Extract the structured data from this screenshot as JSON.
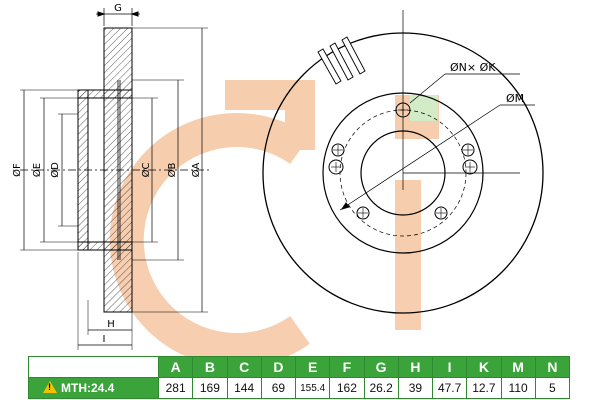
{
  "dimension_labels": {
    "g": "G",
    "f": "ØF",
    "e": "ØE",
    "d": "ØD",
    "c": "ØC",
    "b": "ØB",
    "a": "ØA",
    "h": "H",
    "i": "I",
    "nk": "ØN× ØK",
    "m": "ØM"
  },
  "colors": {
    "watermark": "#f6c9a6",
    "accent_green": "#3aa33a",
    "warning": "#f2c200"
  },
  "table": {
    "mth_label": "MTH:24.4",
    "columns": [
      {
        "key": "A",
        "value": "281"
      },
      {
        "key": "B",
        "value": "169"
      },
      {
        "key": "C",
        "value": "144"
      },
      {
        "key": "D",
        "value": "69"
      },
      {
        "key": "E",
        "value": "155.4"
      },
      {
        "key": "F",
        "value": "162"
      },
      {
        "key": "G",
        "value": "26.2"
      },
      {
        "key": "H",
        "value": "39"
      },
      {
        "key": "I",
        "value": "47.7"
      },
      {
        "key": "K",
        "value": "12.7"
      },
      {
        "key": "M",
        "value": "110"
      },
      {
        "key": "N",
        "value": "5"
      }
    ]
  }
}
